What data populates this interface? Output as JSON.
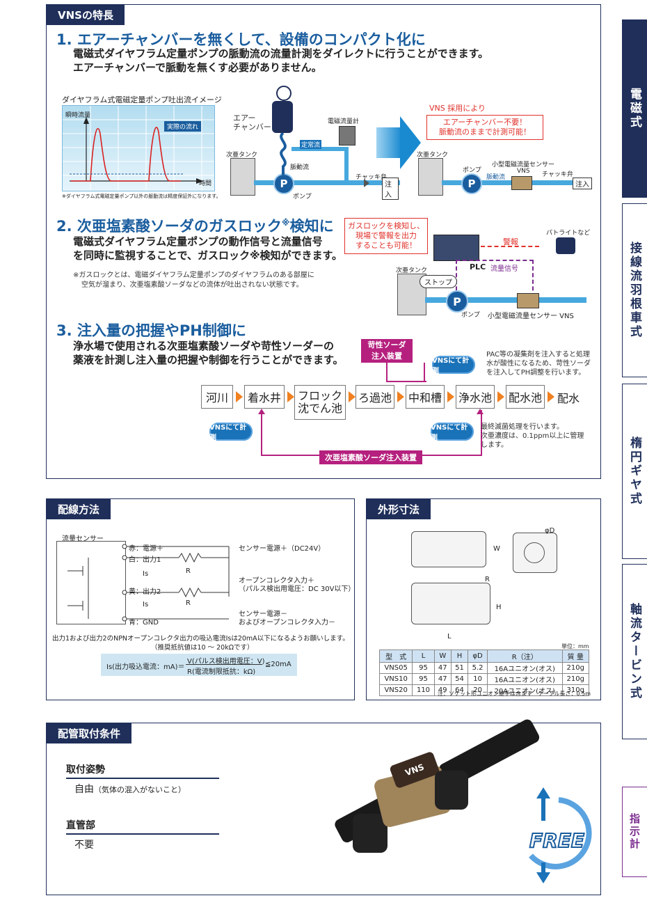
{
  "features": {
    "tab": "VNSの特長",
    "s1": {
      "title": "1. エアーチャンバーを無くして、設備のコンパクト化に",
      "lead1": "電磁式ダイヤフラム定量ポンプの脈動流の流量計測をダイレクトに行うことができます。",
      "lead2": "エアーチャンバーで脈動を無くす必要がありません。",
      "graph_title": "ダイヤフラム式電磁定量ポンプ吐出流イメージ",
      "graph_y": "瞬時流量",
      "graph_x": "時間",
      "graph_callout": "実際の流れ",
      "graph_note": "※ダイヤフラム式電磁定量ポンプ以外の脈動流は精度保証外になります。",
      "air_chamber": "エアー\nチャンバー",
      "em_meter": "電磁流量計",
      "steady": "定常流",
      "tank": "次亜タンク",
      "pulsating": "脈動流",
      "pump": "ポンプ",
      "check_valve": "チャッキ弁",
      "inject": "注入",
      "vns_adopt": "VNS 採用により",
      "red_msg1": "エアーチャンバー不要！",
      "red_msg2": "脈動流のままで計測可能！",
      "small_sensor": "小型電磁流量センサー",
      "vns": "VNS",
      "p": "P"
    },
    "s2": {
      "title": "2. 次亜塩素酸ソーダのガスロック",
      "title_mark": "※",
      "title_end": "検知に",
      "lead1": "電磁式ダイヤフラム定量ポンプの動作信号と流量信号",
      "lead2": "を同時に監視することで、ガスロック※検知ができます。",
      "note1": "※ガスロックとは、電磁ダイヤフラム定量ポンプのダイヤフラムのある部屋に",
      "note2": "空気が溜まり、次亜塩素酸ソーダなどの流体が吐出されない状態です。",
      "red1": "ガスロックを検知し、",
      "red2": "現場で警報を出力",
      "red3": "することも可能！",
      "plc": "PLC",
      "alarm": "警報",
      "patlite": "パトライトなど",
      "flow_signal": "流量信号",
      "stop": "ストップ",
      "tank": "次亜タンク",
      "pump": "ポンプ",
      "sensor": "小型電磁流量センサー VNS"
    },
    "s3": {
      "title": "3. 注入量の把握やPH制御に",
      "lead1": "浄水場で使用される次亜塩素酸ソーダや苛性ソーダーの",
      "lead2": "薬液を計測し注入量の把握や制御を行うことができます。",
      "caustic1": "苛性ソーダ",
      "caustic2": "注入装置",
      "bubble": "VNSにて計測",
      "pac_note1": "PAC等の凝集剤を注入すると処理",
      "pac_note2": "水が酸性になるため、苛性ソーダ",
      "pac_note3": "を注入してPH調整を行います。",
      "flow": [
        "河川",
        "着水井",
        "フロック\n沈でん池",
        "ろ過池",
        "中和槽",
        "浄水池",
        "配水池",
        "配水"
      ],
      "final_note1": "最終滅菌処理を行います。",
      "final_note2": "次亜濃度は、0.1ppm以上に管理",
      "final_note3": "します。",
      "hypo_device": "次亜塩素酸ソーダ注入装置"
    }
  },
  "wiring": {
    "tab": "配線方法",
    "sensor": "流量センサー",
    "red": "赤：電源＋",
    "white": "白：出力1",
    "yellow": "黄：出力2",
    "blue": "青：GND",
    "is": "Is",
    "r": "R",
    "power": "センサー電源＋（DC24V）",
    "oc1": "オープンコレクタ入力＋",
    "oc2": "（パルス検出用電圧：DC 30V以下）",
    "gnd1": "センサー電源－",
    "gnd2": "およびオープンコレクタ入力－",
    "note1": "出力1および出力2のNPNオープンコレクタ出力の吸込電流Isは20mA以下になるようお願いします。",
    "note2": "（推奨抵抗値は10 ～ 20kΩです）",
    "formula_left": "Is(出力吸込電流：mA)＝",
    "formula_num": "V(パルス検出用電圧：V)",
    "formula_den": "R(電流制限抵抗：kΩ)",
    "formula_right": "≦20mA"
  },
  "dims": {
    "tab": "外形寸法",
    "phiD": "φD",
    "W": "W",
    "H": "H",
    "R": "R",
    "L": "L",
    "unit": "単位：mm",
    "headers": [
      "型　式",
      "L",
      "W",
      "H",
      "φD",
      "R（注）",
      "質 量"
    ],
    "rows": [
      [
        "VNS05",
        "95",
        "47",
        "51",
        "5.2",
        "16Aユニオン(オス)",
        "210g"
      ],
      [
        "VNS10",
        "95",
        "47",
        "54",
        "10",
        "16Aユニオン(オス)",
        "210g"
      ],
      [
        "VNS20",
        "110",
        "49",
        "64",
        "20",
        "20Aユニオン(オス)",
        "310g"
      ]
    ],
    "note": "注：ソケット形ユニオン継手は含ます　ケーブル長さ：0.5m"
  },
  "piping": {
    "tab": "配管取付条件",
    "posture_h": "取付姿勢",
    "posture_v": "自由",
    "posture_sub": "（気体の混入がないこと）",
    "straight_h": "直管部",
    "straight_v": "不要",
    "free": "FREE",
    "device_label": "VNS"
  },
  "side_tabs": [
    "電磁式",
    "接線流羽根車式",
    "楕円ギヤ式",
    "軸流タービン式",
    "指示計"
  ],
  "colors": {
    "navy": "#1f2f5a",
    "blue": "#1a5d9e",
    "magenta": "#b5207e",
    "orange": "#f08020",
    "red": "#e0302a"
  }
}
